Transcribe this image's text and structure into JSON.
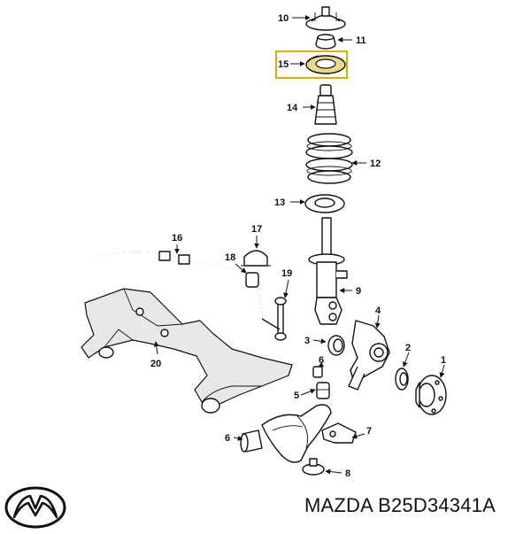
{
  "brand": "MAZDA",
  "part_number": "B25D34341A",
  "highlight_color": "#d4b000",
  "callouts": {
    "c1": "1",
    "c2": "2",
    "c3": "3",
    "c4": "4",
    "c5": "5",
    "c6a": "6",
    "c6b": "6",
    "c7": "7",
    "c8": "8",
    "c9": "9",
    "c10": "10",
    "c11": "11",
    "c12": "12",
    "c13": "13",
    "c14": "14",
    "c15": "15",
    "c16": "16",
    "c17": "17",
    "c18": "18",
    "c19": "19",
    "c20": "20"
  },
  "icons": {
    "logo": "mazda-logo-icon"
  }
}
